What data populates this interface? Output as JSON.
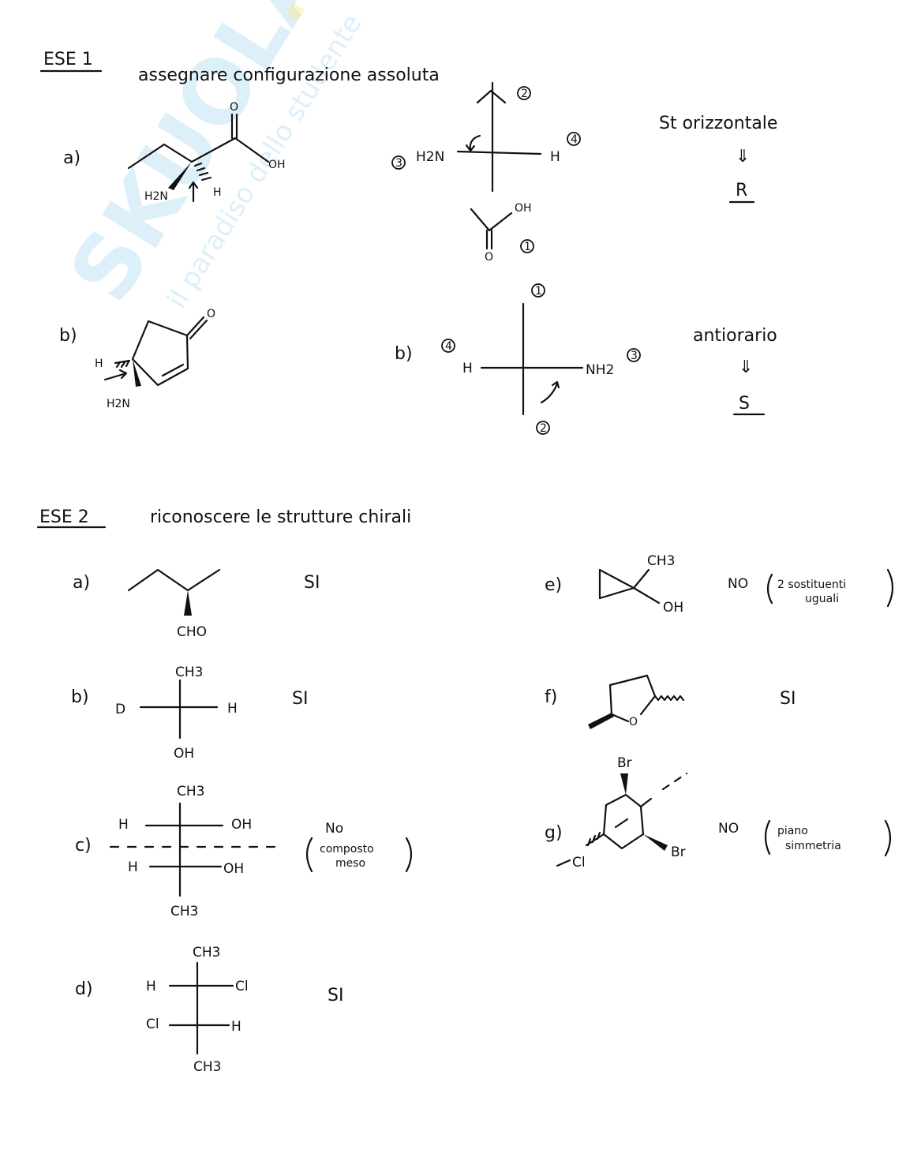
{
  "watermark": {
    "brand": "SKUOLA",
    "tld": ".net",
    "tagline": "il paradiso dello studente"
  },
  "ese1": {
    "label": "ESE 1",
    "title": "assegnare configurazione assoluta",
    "a": {
      "label": "a)",
      "molecule": {
        "o": "O",
        "oh": "OH",
        "h2n": "H2N",
        "h": "H"
      },
      "fischer": {
        "h2n": "H2N",
        "h": "H",
        "oh": "OH",
        "o": "O",
        "p1": "1",
        "p2": "2",
        "p3": "3",
        "p4": "4"
      },
      "note": "St orizzontale",
      "arrow": "⇓",
      "result": "R"
    },
    "b": {
      "label": "b)",
      "molecule": {
        "o": "O",
        "h": "H",
        "h2n": "H2N"
      },
      "fischer_label": "b)",
      "fischer": {
        "h": "H",
        "nh2": "NH2",
        "p1": "1",
        "p2": "2",
        "p3": "3",
        "p4": "4"
      },
      "note": "antiorario",
      "arrow": "⇓",
      "result": "S"
    }
  },
  "ese2": {
    "label": "ESE 2",
    "title": "riconoscere le strutture chirali",
    "items": [
      {
        "label": "a)",
        "atoms": {
          "cho": "CHO"
        },
        "answer": "SI"
      },
      {
        "label": "b)",
        "atoms": {
          "top": "CH3",
          "left": "D",
          "right": "H",
          "bottom": "OH"
        },
        "answer": "SI"
      },
      {
        "label": "c)",
        "atoms": {
          "top": "CH3",
          "h1": "H",
          "oh1": "OH",
          "h2": "H",
          "oh2": "OH",
          "bottom": "CH3"
        },
        "answer": "No",
        "note1": "composto",
        "note2": "meso"
      },
      {
        "label": "d)",
        "atoms": {
          "top": "CH3",
          "h1": "H",
          "cl1": "Cl",
          "cl2": "Cl",
          "h2": "H",
          "bottom": "CH3"
        },
        "answer": "SI"
      },
      {
        "label": "e)",
        "atoms": {
          "ch3": "CH3",
          "oh": "OH"
        },
        "answer": "NO",
        "note1": "2 sostituenti",
        "note2": "uguali"
      },
      {
        "label": "f)",
        "atoms": {
          "o": "O"
        },
        "answer": "SI"
      },
      {
        "label": "g)",
        "atoms": {
          "br1": "Br",
          "br2": "Br",
          "cl": "Cl"
        },
        "answer": "NO",
        "note1": "piano",
        "note2": "simmetria"
      }
    ]
  }
}
